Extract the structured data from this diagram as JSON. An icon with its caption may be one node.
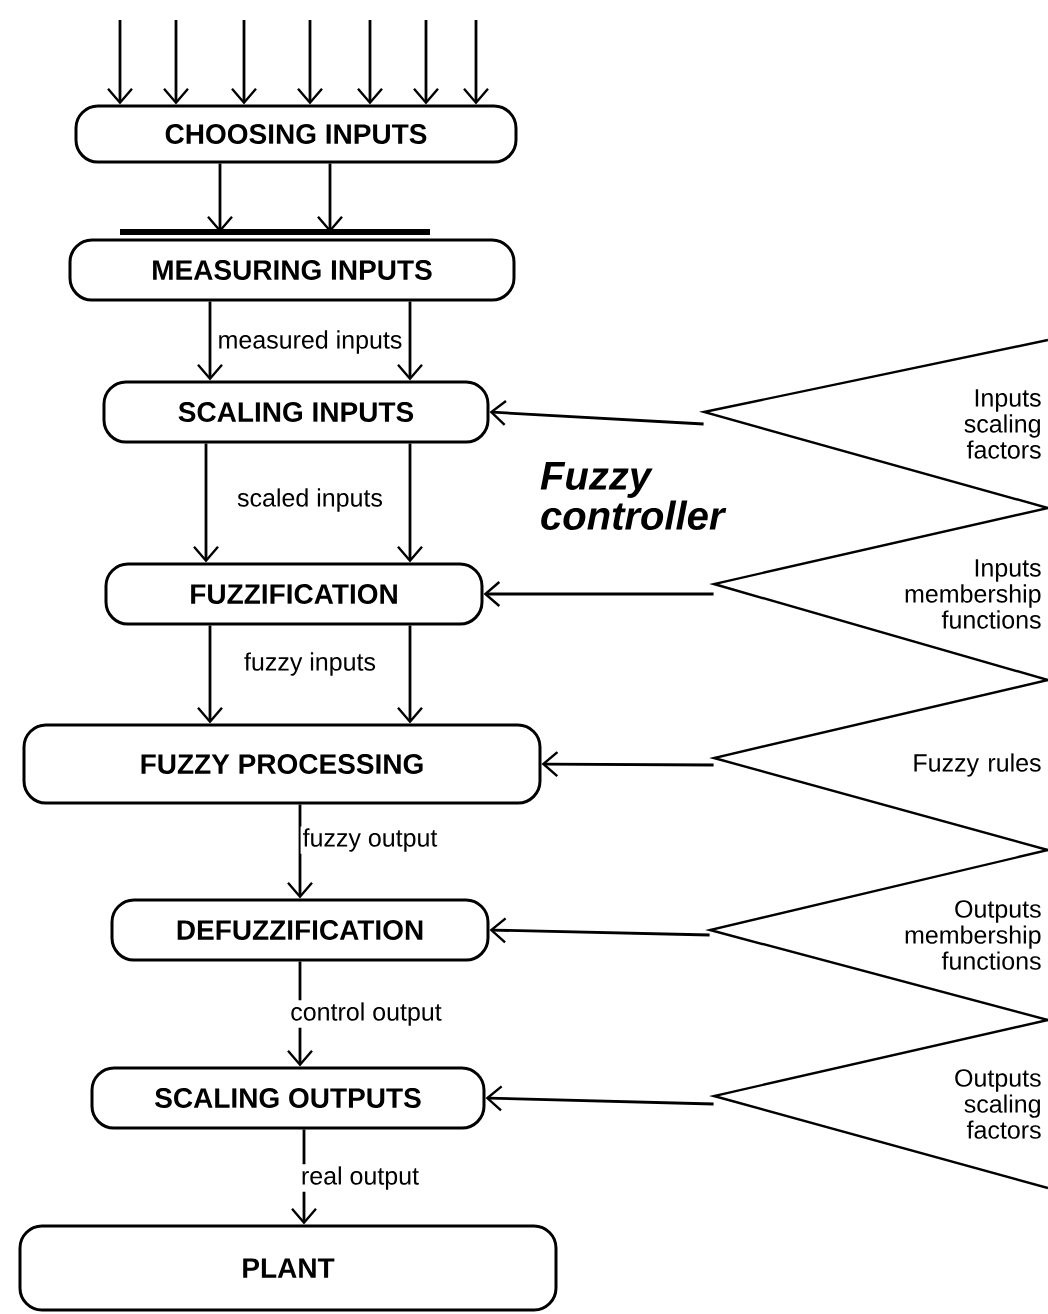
{
  "diagram": {
    "nodes": [
      {
        "text": [
          "CHOOSING INPUTS"
        ]
      },
      {
        "text": [
          "MEASURING INPUTS"
        ]
      },
      {
        "text": [
          "SCALING INPUTS"
        ]
      },
      {
        "text": [
          "FUZZIFICATION"
        ]
      },
      {
        "text": [
          "FUZZY PROCESSING"
        ]
      },
      {
        "text": [
          "DEFUZZIFICATION"
        ]
      },
      {
        "text": [
          "SCALING OUTPUTS"
        ]
      },
      {
        "text": [
          "PLANT"
        ]
      },
      {
        "text": [
          "Inputs scaling factors"
        ]
      },
      {
        "text": [
          "Inputs membership functions"
        ]
      },
      {
        "text": [
          "Fuzzy rules"
        ]
      },
      {
        "text": [
          "Outputs membership functions"
        ]
      },
      {
        "text": [
          "Outputs scaling factors"
        ]
      }
    ],
    "edges": [
      {
        "from": null,
        "to": 0,
        "arrow": "to"
      },
      {
        "from": null,
        "to": 0,
        "arrow": "to"
      },
      {
        "from": null,
        "to": 0,
        "arrow": "to"
      },
      {
        "from": null,
        "to": 0,
        "arrow": "to"
      },
      {
        "from": null,
        "to": 0,
        "arrow": "to"
      },
      {
        "from": null,
        "to": 0,
        "arrow": "to"
      },
      {
        "from": null,
        "to": 0,
        "arrow": "to"
      },
      {
        "from": 0,
        "to": 1,
        "arrow": "to"
      },
      {
        "from": 0,
        "to": 1,
        "arrow": "to"
      },
      {
        "from": 1,
        "to": 2,
        "arrow": "to",
        "label": "measured inputs"
      },
      {
        "from": 1,
        "to": 2,
        "arrow": "to"
      },
      {
        "from": 2,
        "to": 3,
        "arrow": "to",
        "label": "scaled inputs"
      },
      {
        "from": 2,
        "to": 3,
        "arrow": "to"
      },
      {
        "from": 3,
        "to": 4,
        "arrow": "to",
        "label": "fuzzy inputs"
      },
      {
        "from": 3,
        "to": 4,
        "arrow": "to"
      },
      {
        "from": 4,
        "to": 5,
        "arrow": "to",
        "label": "fuzzy output"
      },
      {
        "from": 5,
        "to": 6,
        "arrow": "to",
        "label": "control output"
      },
      {
        "from": 6,
        "to": 7,
        "arrow": "to",
        "label": "real output"
      },
      {
        "from": 8,
        "to": 2,
        "arrow": "to"
      },
      {
        "from": 9,
        "to": 3,
        "arrow": "to"
      },
      {
        "from": 10,
        "to": 4,
        "arrow": "to"
      },
      {
        "from": 11,
        "to": 5,
        "arrow": "to"
      },
      {
        "from": 12,
        "to": 6,
        "arrow": "to"
      }
    ],
    "labels": [
      "Fuzzy controller"
    ]
  }
}
